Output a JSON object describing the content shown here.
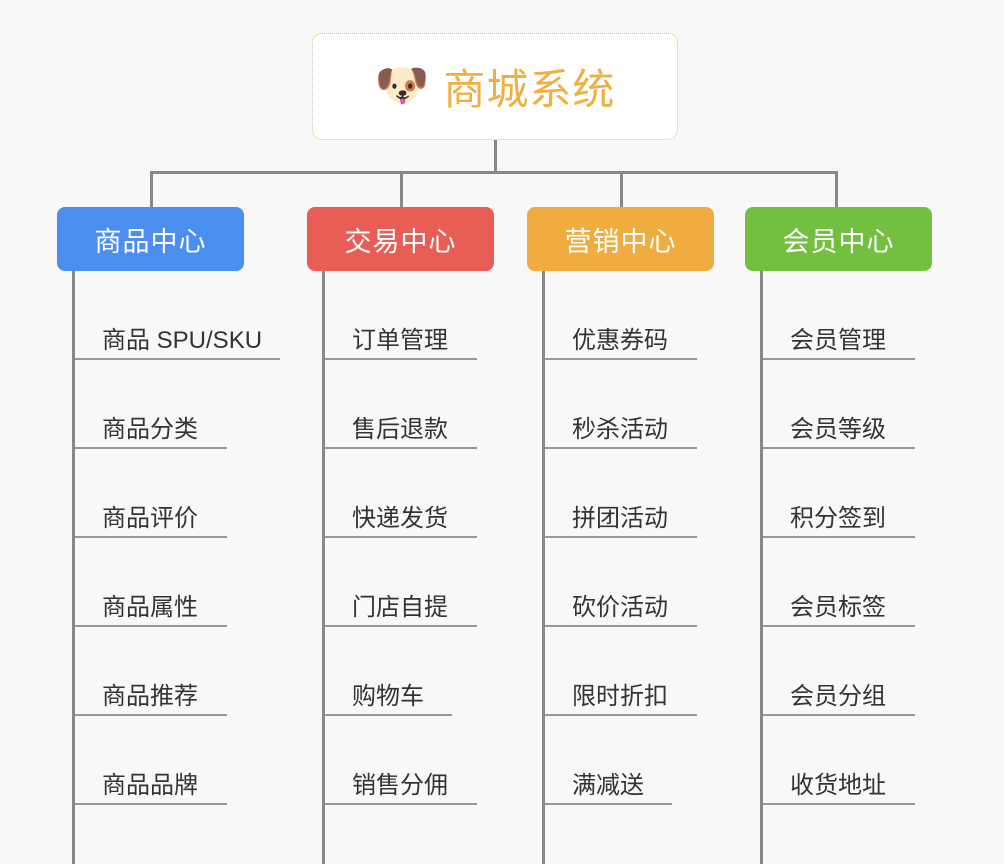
{
  "page": {
    "background_color": "#f8f8f8",
    "connector_color": "#888888",
    "rule_color": "#999999",
    "item_text_color": "#333333"
  },
  "root": {
    "icon": "dog-face-emoji",
    "icon_glyph": "🐶",
    "title": "商城系统",
    "title_color": "#efaf43",
    "border_color": "#f0b754",
    "background_color": "#ffffff"
  },
  "columns": [
    {
      "key": "product-center",
      "title": "商品中心",
      "color": "#4a8ef0",
      "items": [
        {
          "label": "商品 SPU/SKU",
          "rule_width": 205
        },
        {
          "label": "商品分类",
          "rule_width": 152
        },
        {
          "label": "商品评价",
          "rule_width": 152
        },
        {
          "label": "商品属性",
          "rule_width": 152
        },
        {
          "label": "商品推荐",
          "rule_width": 152
        },
        {
          "label": "商品品牌",
          "rule_width": 152
        }
      ]
    },
    {
      "key": "trade-center",
      "title": "交易中心",
      "color": "#e85d56",
      "items": [
        {
          "label": "订单管理",
          "rule_width": 152
        },
        {
          "label": "售后退款",
          "rule_width": 152
        },
        {
          "label": "快递发货",
          "rule_width": 152
        },
        {
          "label": "门店自提",
          "rule_width": 152
        },
        {
          "label": "购物车",
          "rule_width": 127
        },
        {
          "label": "销售分佣",
          "rule_width": 152
        }
      ]
    },
    {
      "key": "marketing-center",
      "title": "营销中心",
      "color": "#efad41",
      "items": [
        {
          "label": "优惠券码",
          "rule_width": 152
        },
        {
          "label": "秒杀活动",
          "rule_width": 152
        },
        {
          "label": "拼团活动",
          "rule_width": 152
        },
        {
          "label": "砍价活动",
          "rule_width": 152
        },
        {
          "label": "限时折扣",
          "rule_width": 152
        },
        {
          "label": "满减送",
          "rule_width": 127
        }
      ]
    },
    {
      "key": "member-center",
      "title": "会员中心",
      "color": "#73c041",
      "items": [
        {
          "label": "会员管理",
          "rule_width": 152
        },
        {
          "label": "会员等级",
          "rule_width": 152
        },
        {
          "label": "积分签到",
          "rule_width": 152
        },
        {
          "label": "会员标签",
          "rule_width": 152
        },
        {
          "label": "会员分组",
          "rule_width": 152
        },
        {
          "label": "收货地址",
          "rule_width": 152
        }
      ]
    }
  ]
}
